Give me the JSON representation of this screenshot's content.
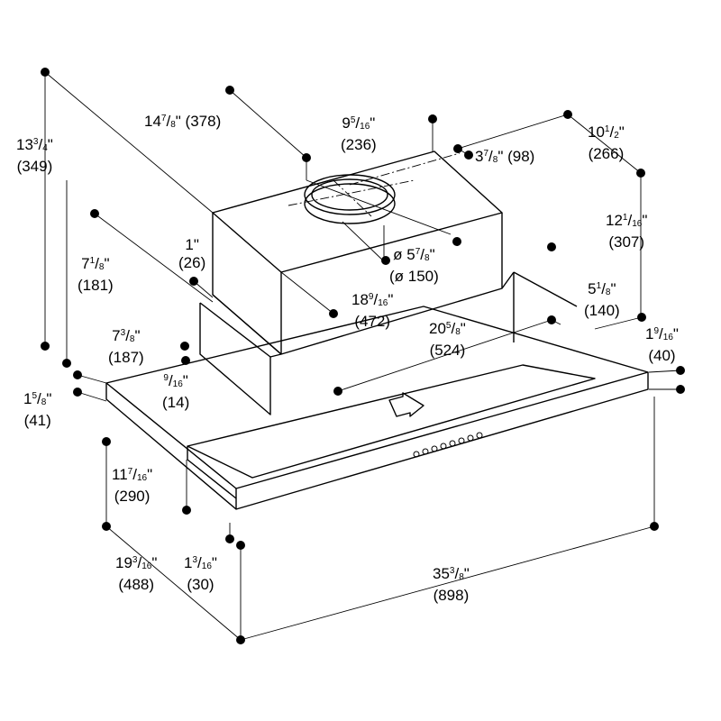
{
  "diagram": {
    "dimensions": [
      {
        "id": "d1",
        "whole": "13",
        "num": "3",
        "den": "4",
        "mm": "(349)"
      },
      {
        "id": "d2",
        "whole": "14",
        "num": "7",
        "den": "8",
        "mm": "(378)",
        "inline": true
      },
      {
        "id": "d3",
        "whole": "9",
        "num": "5",
        "den": "16",
        "mm": "(236)"
      },
      {
        "id": "d4",
        "whole": "10",
        "num": "1",
        "den": "2",
        "mm": "(266)"
      },
      {
        "id": "d5",
        "whole": "3",
        "num": "7",
        "den": "8",
        "mm": "(98)",
        "inline": true
      },
      {
        "id": "d6",
        "whole": "12",
        "num": "1",
        "den": "16",
        "mm": "(307)"
      },
      {
        "id": "d7",
        "whole": "7",
        "num": "1",
        "den": "8",
        "mm": "(181)"
      },
      {
        "id": "d8",
        "whole": "1",
        "num": "",
        "den": "",
        "mm": "(26)"
      },
      {
        "id": "d9",
        "whole": "ø 5",
        "num": "7",
        "den": "8",
        "mm": "(ø 150)"
      },
      {
        "id": "d10",
        "whole": "18",
        "num": "9",
        "den": "16",
        "mm": "(472)"
      },
      {
        "id": "d11",
        "whole": "5",
        "num": "1",
        "den": "8",
        "mm": "(140)"
      },
      {
        "id": "d12",
        "whole": "7",
        "num": "3",
        "den": "8",
        "mm": "(187)"
      },
      {
        "id": "d13",
        "whole": "20",
        "num": "5",
        "den": "8",
        "mm": "(524)"
      },
      {
        "id": "d14",
        "whole": "1",
        "num": "9",
        "den": "16",
        "mm": "(40)"
      },
      {
        "id": "d15",
        "whole": "",
        "num": "9",
        "den": "16",
        "mm": "(14)"
      },
      {
        "id": "d16",
        "whole": "1",
        "num": "5",
        "den": "8",
        "mm": "(41)"
      },
      {
        "id": "d17",
        "whole": "11",
        "num": "7",
        "den": "16",
        "mm": "(290)"
      },
      {
        "id": "d18",
        "whole": "19",
        "num": "3",
        "den": "16",
        "mm": "(488)"
      },
      {
        "id": "d19",
        "whole": "1",
        "num": "3",
        "den": "16",
        "mm": "(30)"
      },
      {
        "id": "d20",
        "whole": "35",
        "num": "3",
        "den": "8",
        "mm": "(898)"
      }
    ]
  }
}
